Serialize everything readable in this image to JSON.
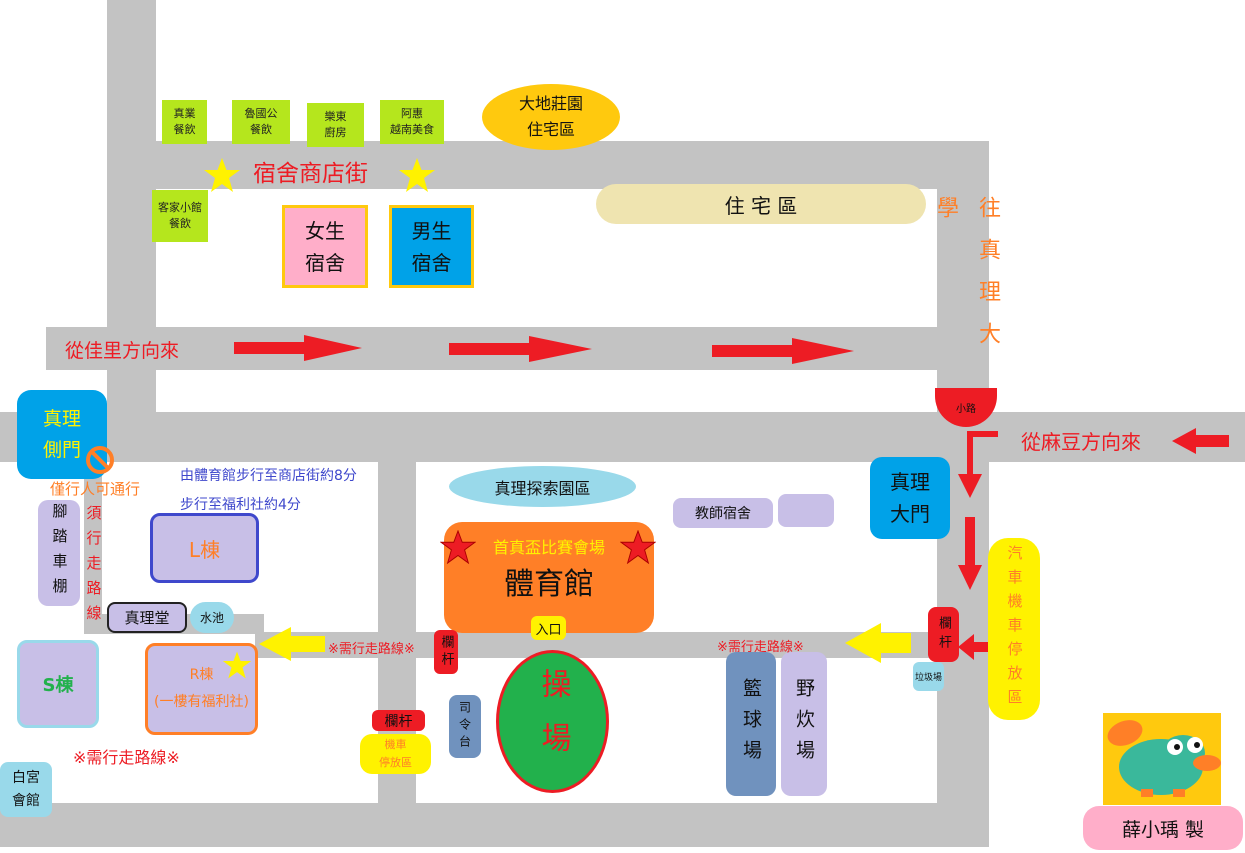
{
  "labels": {
    "shop_street": "宿舍商店街",
    "from_jiali": "從佳里方向來",
    "from_madou": "從麻豆方向來",
    "to_aletheia": "往真理大學",
    "small_road": "小路",
    "residential": "住 宅 區",
    "dadi_line1": "大地莊園",
    "dadi_line2": "住宅區",
    "girls_line1": "女生",
    "girls_line2": "宿舍",
    "boys_line1": "男生",
    "boys_line2": "宿舍",
    "side_gate_line1": "真理",
    "side_gate_line2": "側門",
    "pedestrian_only": "僅行人可通行",
    "must_walk": "須行走路線",
    "bike_shed": "腳踏車棚",
    "walk_note_line1": "由體育館步行至商店街約8分",
    "walk_note_line2": "步行至福利社約4分",
    "explore_park": "真理探索園區",
    "teacher_dorm": "教師宿舍",
    "main_gate_line1": "真理",
    "main_gate_line2": "大門",
    "car_parking": "汽車機車停放區",
    "l_building": "L棟",
    "aletheia_hall": "真理堂",
    "pool": "水池",
    "s_building": "S棟",
    "r_building_line1": "R棟",
    "r_building_line2": "(一樓有福利社)",
    "walk_route": "※需行走路線※",
    "gym_venue": "首真盃比賽會場",
    "gym": "體育館",
    "entrance": "入口",
    "barrier": "欄杆",
    "podium": "司令台",
    "field": "操場",
    "moto_parking_line1": "機車",
    "moto_parking_line2": "停放區",
    "basketball": "籃球場",
    "barbecue": "野炊場",
    "garbage": "垃圾場",
    "baigong_line1": "白宮",
    "baigong_line2": "會館",
    "author": "薛小瑀 製"
  },
  "shops": [
    {
      "line1": "真業",
      "line2": "餐飲"
    },
    {
      "line1": "魯國公",
      "line2": "餐飲"
    },
    {
      "line1": "樂東",
      "line2": "廚房"
    },
    {
      "line1": "阿惠",
      "line2": "越南美食"
    },
    {
      "line1": "客家小館",
      "line2": "餐飲"
    }
  ],
  "icons": {
    "star": "star-icon",
    "no_entry": "no-entry-icon",
    "arrow": "arrow-icon",
    "mascot": "platypus-icon"
  },
  "colors": {
    "road": "#c3c3c3",
    "arrow_red": "#ee1c24",
    "arrow_yellow": "#fff200",
    "shop_green": "#b5e61d",
    "building_purple": "#c8bfe7",
    "gate_blue": "#00a2e8",
    "gym_orange": "#ff7f27",
    "field_green": "#22b14c",
    "parking_yellow": "#fff200",
    "pink": "#ffaec9",
    "light_blue": "#99d9ea",
    "steel_blue": "#7092be",
    "residential_beige": "#efe4b0",
    "dadi_yellow": "#ffc90e"
  }
}
